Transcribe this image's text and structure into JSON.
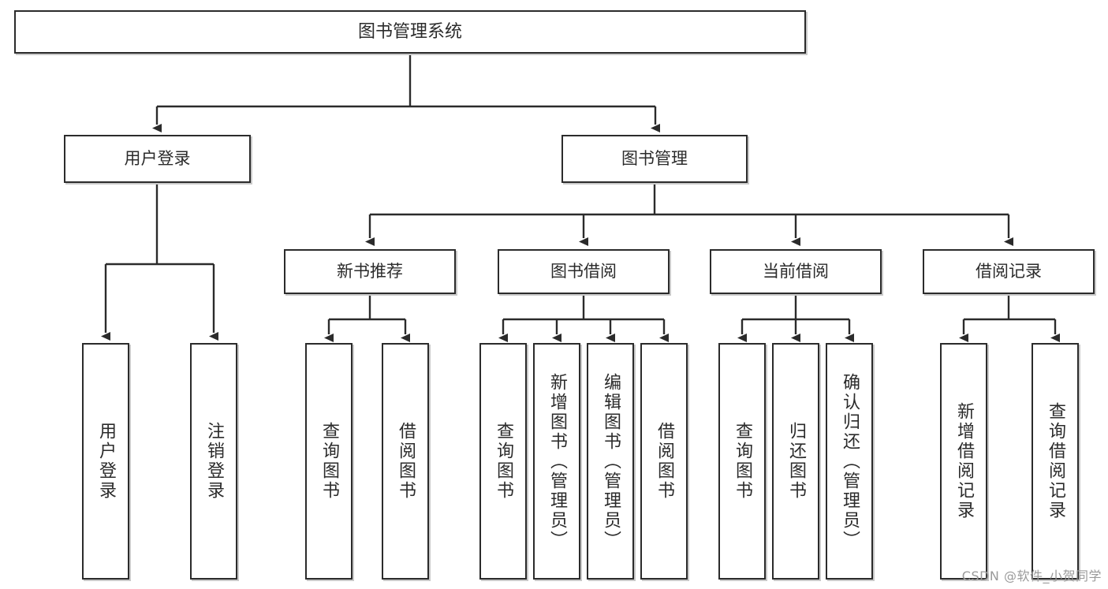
{
  "diagram": {
    "title": "图书管理系统",
    "type": "tree-hierarchy-chart",
    "watermark": "CSDN @软件_小贺同学",
    "colors": {
      "stroke": "#2b2b2b",
      "fill": "#ffffff",
      "shadow": "#c9c9c9",
      "watermark": "#9a9a9a"
    },
    "nodes": {
      "root": {
        "label": "图书管理系统"
      },
      "tier2": [
        {
          "id": "user-login",
          "label": "用户登录"
        },
        {
          "id": "book-management",
          "label": "图书管理"
        }
      ],
      "tier3": [
        {
          "id": "new-book-recommend",
          "label": "新书推荐"
        },
        {
          "id": "book-borrow",
          "label": "图书借阅"
        },
        {
          "id": "current-borrow",
          "label": "当前借阅"
        },
        {
          "id": "borrow-record",
          "label": "借阅记录"
        }
      ],
      "leaves": {
        "user-login": [
          {
            "id": "leaf-user-login",
            "label": "用户登录"
          },
          {
            "id": "leaf-logout",
            "label": "注销登录"
          }
        ],
        "new-book-recommend": [
          {
            "id": "leaf-query-book-1",
            "label": "查询图书"
          },
          {
            "id": "leaf-borrow-book-1",
            "label": "借阅图书"
          }
        ],
        "book-borrow": [
          {
            "id": "leaf-query-book-2",
            "label": "查询图书"
          },
          {
            "id": "leaf-add-book",
            "label": "新增图书（管理员）"
          },
          {
            "id": "leaf-edit-book",
            "label": "编辑图书（管理员）"
          },
          {
            "id": "leaf-borrow-book-2",
            "label": "借阅图书"
          }
        ],
        "current-borrow": [
          {
            "id": "leaf-query-book-3",
            "label": "查询图书"
          },
          {
            "id": "leaf-return-book",
            "label": "归还图书"
          },
          {
            "id": "leaf-confirm-return",
            "label": "确认归还（管理员）"
          }
        ],
        "borrow-record": [
          {
            "id": "leaf-add-record",
            "label": "新增借阅记录"
          },
          {
            "id": "leaf-query-record",
            "label": "查询借阅记录"
          }
        ]
      }
    }
  }
}
